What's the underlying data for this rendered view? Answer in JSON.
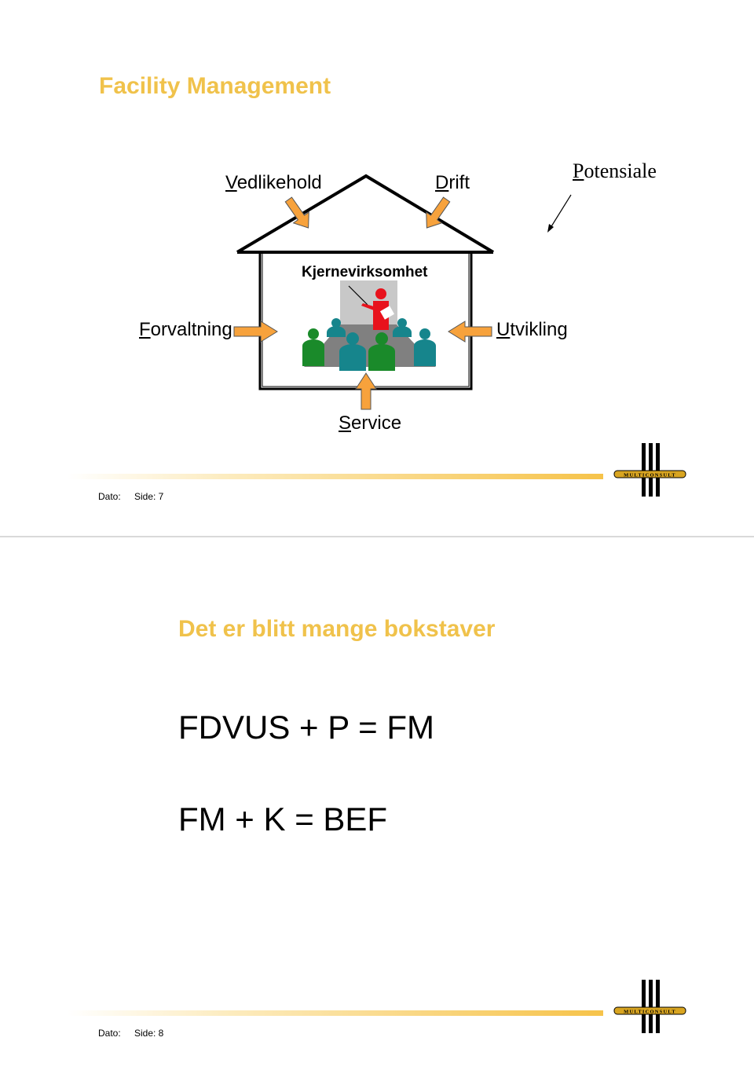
{
  "slides": [
    {
      "title": "Facility Management",
      "diagram": {
        "top_labels": [
          {
            "initial": "V",
            "rest": "edlikehold"
          },
          {
            "initial": "D",
            "rest": "rift"
          },
          {
            "initial": "P",
            "rest": "otensiale"
          }
        ],
        "center_label": "Kjernevirksomhet",
        "left_label": {
          "initial": "F",
          "rest": "orvaltning"
        },
        "right_label": {
          "initial": "U",
          "rest": "tvikling"
        },
        "bottom_label": {
          "initial": "S",
          "rest": "ervice"
        }
      },
      "footer": {
        "dato": "Dato:",
        "side": "Side: 7"
      },
      "logo_text": "MULTICONSULT"
    },
    {
      "title": "Det er blitt mange bokstaver",
      "lines": [
        "FDVUS + P = FM",
        "FM + K = BEF"
      ],
      "footer": {
        "dato": "Dato:",
        "side": "Side: 8"
      },
      "logo_text": "MULTICONSULT"
    }
  ],
  "colors": {
    "title": "#f0c24b",
    "arrow_fill": "#f7a23c",
    "presenter": "#e8121c",
    "audience_teal": "#16858c",
    "audience_green": "#1a8a2a",
    "table_gray": "#808080",
    "logo_gold": "#d9a521"
  }
}
